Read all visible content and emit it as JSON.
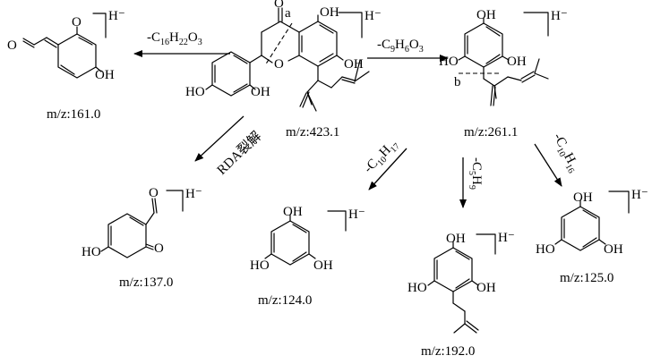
{
  "colors": {
    "ink": "#000000",
    "background": "#ffffff"
  },
  "charge": "H⁻",
  "bond_cleavage_labels": {
    "a": "a",
    "b": "b"
  },
  "parent": {
    "mz": "m/z:423.1"
  },
  "fragments": {
    "f161": {
      "mz": "m/z:161.0"
    },
    "f261": {
      "mz": "m/z:261.1"
    },
    "f137": {
      "mz": "m/z:137.0"
    },
    "f124": {
      "mz": "m/z:124.0"
    },
    "f192": {
      "mz": "m/z:192.0"
    },
    "f125": {
      "mz": "m/z:125.0"
    }
  },
  "losses": {
    "to161": {
      "main": "-C",
      "n1": "16",
      "h": "H",
      "n2": "22",
      "o": "O",
      "n3": "3"
    },
    "to261": {
      "main": "-C",
      "n1": "9",
      "h": "H",
      "n2": "6",
      "o": "O",
      "n3": "3"
    },
    "to137": {
      "text": "RDA裂解"
    },
    "to124": {
      "main": "-C",
      "n1": "10",
      "h": "H",
      "n2": "17"
    },
    "to192": {
      "main": "-C",
      "n1": "5",
      "h": "H",
      "n2": "9"
    },
    "to125": {
      "main": "-C",
      "n1": "10",
      "h": "H",
      "n2": "16"
    }
  },
  "atoms": {
    "O": "O",
    "OH": "OH",
    "HO": "HO"
  }
}
